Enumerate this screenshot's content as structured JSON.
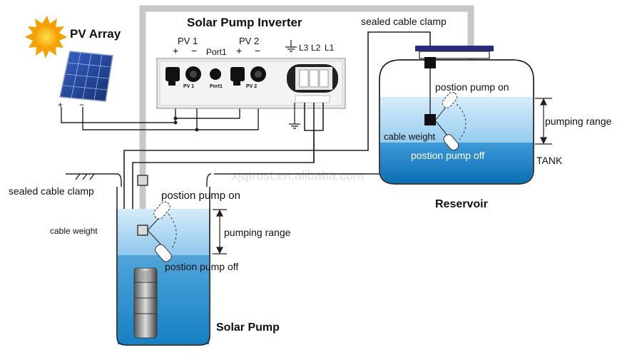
{
  "title": "Solar Pump Inverter",
  "pv_array": "PV Array",
  "inverter": {
    "pv1": "PV 1",
    "port1": "Port1",
    "pv2": "PV 2",
    "plus": "+",
    "minus": "−",
    "l3": "L3",
    "l2": "L2",
    "l1": "L1",
    "panel_pv1": "PV 1",
    "panel_port1": "Port1",
    "panel_pv2": "PV 2"
  },
  "pv_terminals": {
    "plus": "+",
    "minus": "−"
  },
  "tank": {
    "clamp": "sealed cable clamp",
    "pump_on": "postion pump on",
    "weight": "cable weight",
    "pump_off": "postion pump off",
    "range": "pumping range",
    "tank_label": "TANK",
    "name": "Reservoir"
  },
  "well": {
    "clamp": "sealed cable clamp",
    "pump_on": "postion pump on",
    "weight": "cable weight",
    "range": "pumping range",
    "pump_off": "postion pump off",
    "name": "Solar Pump"
  },
  "watermark": "xjqtrust.en.alibaba.com",
  "colors": {
    "water_top": "#cfe8f8",
    "water_bottom": "#0f7fc0",
    "pipe": "#c7c7c7",
    "sun": "#f7a600"
  }
}
